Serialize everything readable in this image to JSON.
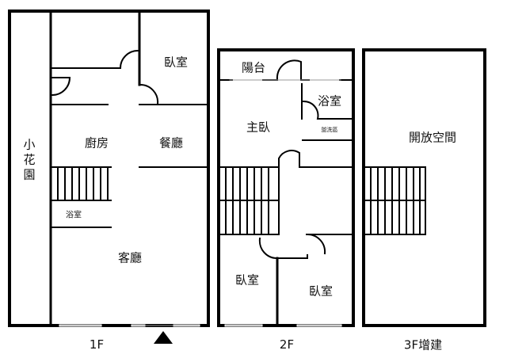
{
  "floors": [
    {
      "label": "1F",
      "rooms": {
        "bedroom": "臥室",
        "kitchen": "廚房",
        "dining": "餐廳",
        "living": "客廳",
        "bath": "浴室",
        "garden": "小花園"
      }
    },
    {
      "label": "2F",
      "rooms": {
        "balcony": "陽台",
        "bath": "浴室",
        "master": "主臥",
        "wash": "盥洗區",
        "bedroom1": "臥室",
        "bedroom2": "臥室"
      }
    },
    {
      "label": "3F增建",
      "rooms": {
        "open": "開放空間"
      }
    }
  ]
}
